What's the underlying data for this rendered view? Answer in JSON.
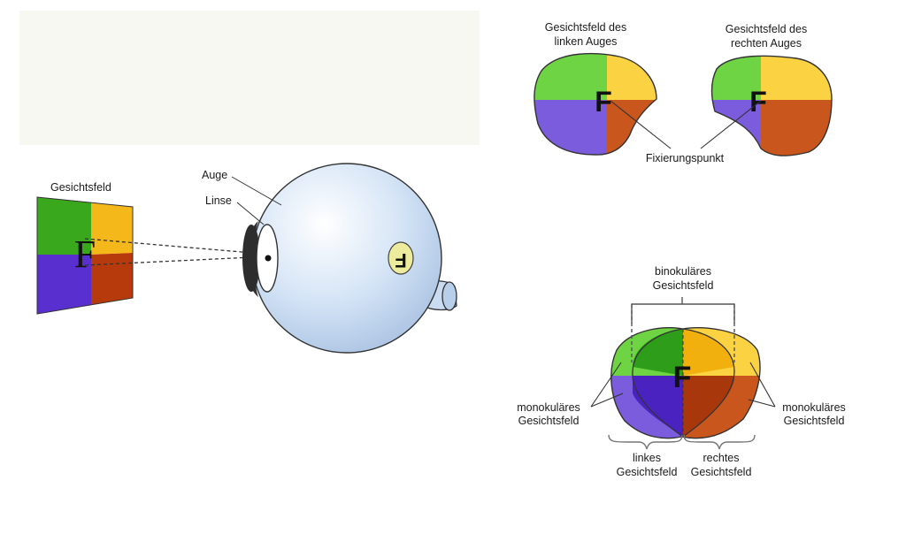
{
  "labels": {
    "visual_field": "Gesichtsfeld",
    "eye": "Auge",
    "lens": "Linse",
    "left_eye_field_1": "Gesichtsfeld des",
    "left_eye_field_2": "linken Auges",
    "right_eye_field_1": "Gesichtsfeld des",
    "right_eye_field_2": "rechten Auges",
    "fixation_point": "Fixierungspunkt",
    "binocular_1": "binokuläres",
    "binocular_2": "Gesichtsfeld",
    "monocular_left_1": "monokuläres",
    "monocular_left_2": "Gesichtsfeld",
    "monocular_right_1": "monokuläres",
    "monocular_right_2": "Gesichtsfeld",
    "left_field_1": "linkes",
    "left_field_2": "Gesichtsfeld",
    "right_field_1": "rechtes",
    "right_field_2": "Gesichtsfeld",
    "letter": "F"
  },
  "colors": {
    "green": "#5cc63c",
    "yellow": "#f7c229",
    "purple": "#6e4fd8",
    "orange": "#c84e13",
    "eyeball": "#cfe0f4",
    "retina_spot": "#ecec9c",
    "dark_green": "#2e8f1e",
    "dark_purple": "#4a22c0",
    "dark_orange": "#a8370b",
    "light_yellow": "#fbd241"
  }
}
